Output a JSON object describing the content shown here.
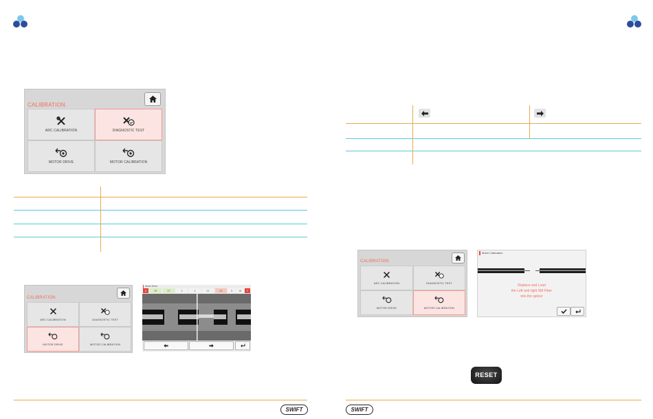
{
  "calibration_menu": {
    "title": "CALIBRATION",
    "tiles": {
      "arc_calibration": "ARC CALIBRATION",
      "diagnostic_test": "DIAGNOSTIC TEST",
      "motor_drive": "MOTOR DRIVE",
      "motor_calibration": "MOTOR CALIBRATION"
    }
  },
  "motor_drive_screen": {
    "title": "Motor Drive",
    "left_chip": "X",
    "right_chip": "Y",
    "steps": [
      "1F",
      "1T",
      "1",
      "1",
      "11",
      "21",
      "3",
      "M"
    ]
  },
  "motor_calibration_screen": {
    "title": "Motor Calibration",
    "message_line1": "Replace and Load",
    "message_line2": "the Left and right SM Fiber",
    "message_line3": "into the splicer"
  },
  "reset_button": {
    "label": "RESET"
  },
  "brand": {
    "logo": "SWIFT"
  },
  "colors": {
    "accent": "#f26d5b",
    "table_line_orange": "#e8a94b",
    "table_line_teal": "#5bc8d6",
    "dot_light": "#7fc8ea",
    "dot_dark": "#2d4d9c"
  }
}
